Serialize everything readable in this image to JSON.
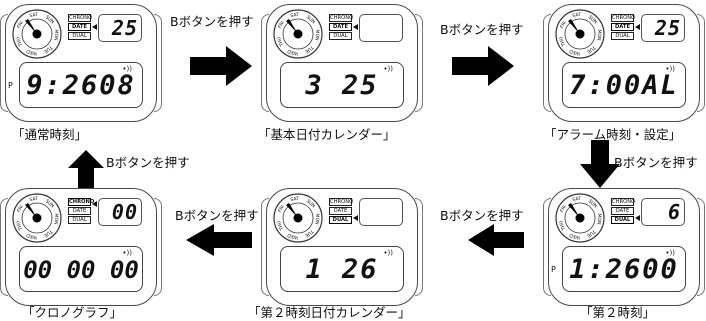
{
  "button_label": "Bボタンを押す",
  "dial": {
    "days": [
      "SAT",
      "SUN",
      "MON",
      "TUE",
      "WED",
      "THU",
      "FRI"
    ]
  },
  "mode_labels": [
    "CHRONO",
    "DATE",
    "DUAL"
  ],
  "watches": [
    {
      "caption": "「通常時刻」",
      "upper": "25",
      "main": "9:2608",
      "pm": "P",
      "active_mode": "DATE"
    },
    {
      "caption": "「基本日付カレンダー」",
      "upper": "",
      "main": "3 25",
      "pm": "",
      "active_mode": "DATE"
    },
    {
      "caption": "「アラーム時刻・設定」",
      "upper": "25",
      "main": "7:00AL",
      "pm": "",
      "active_mode": "DATE"
    },
    {
      "caption": "「第２時刻」",
      "upper": "6",
      "main": "1:2600",
      "pm": "P",
      "active_mode": "DUAL"
    },
    {
      "caption": "「第２時刻日付カレンダー」",
      "upper": "",
      "main": "1 26",
      "pm": "",
      "active_mode": "DUAL"
    },
    {
      "caption": "「クロノグラフ」",
      "upper": "00",
      "main": "00 00 00",
      "pm": "",
      "active_mode": "CHRONO"
    }
  ],
  "signal_mark": "•))"
}
